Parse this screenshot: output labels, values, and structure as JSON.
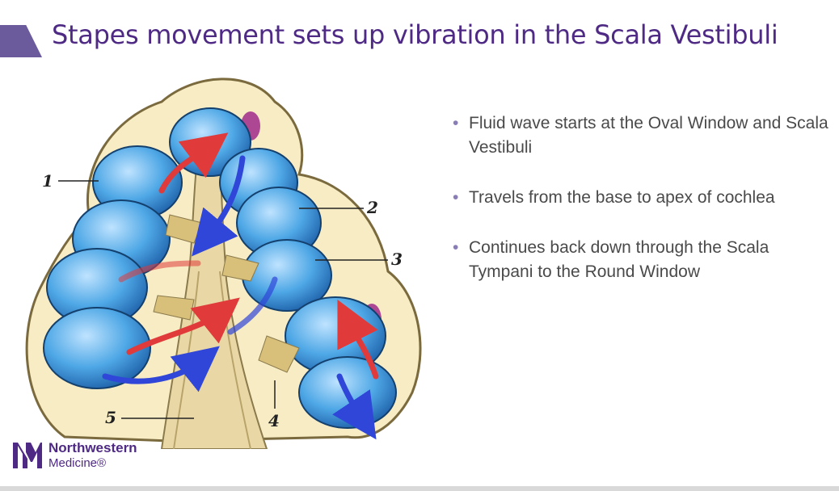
{
  "slide": {
    "title": "Stapes movement sets up vibration in the Scala Vestibuli"
  },
  "figure": {
    "labels": [
      "1",
      "2",
      "3",
      "4",
      "5"
    ],
    "colors": {
      "scala": "#4fa8e6",
      "membrane": "#a02a8c",
      "bone": "#e9d8a6",
      "wall": "#f7ecc4",
      "arrow_up": "#e03a3a",
      "arrow_down": "#2f46d9"
    }
  },
  "bullets": [
    "Fluid wave starts at the Oval Window and Scala Vestibuli",
    "Travels from the base to apex of cochlea",
    "Continues back down through the Scala Tympani to the Round Window"
  ],
  "logo": {
    "name": "Northwestern",
    "sub": "Medicine®",
    "color": "#4e2a84"
  }
}
